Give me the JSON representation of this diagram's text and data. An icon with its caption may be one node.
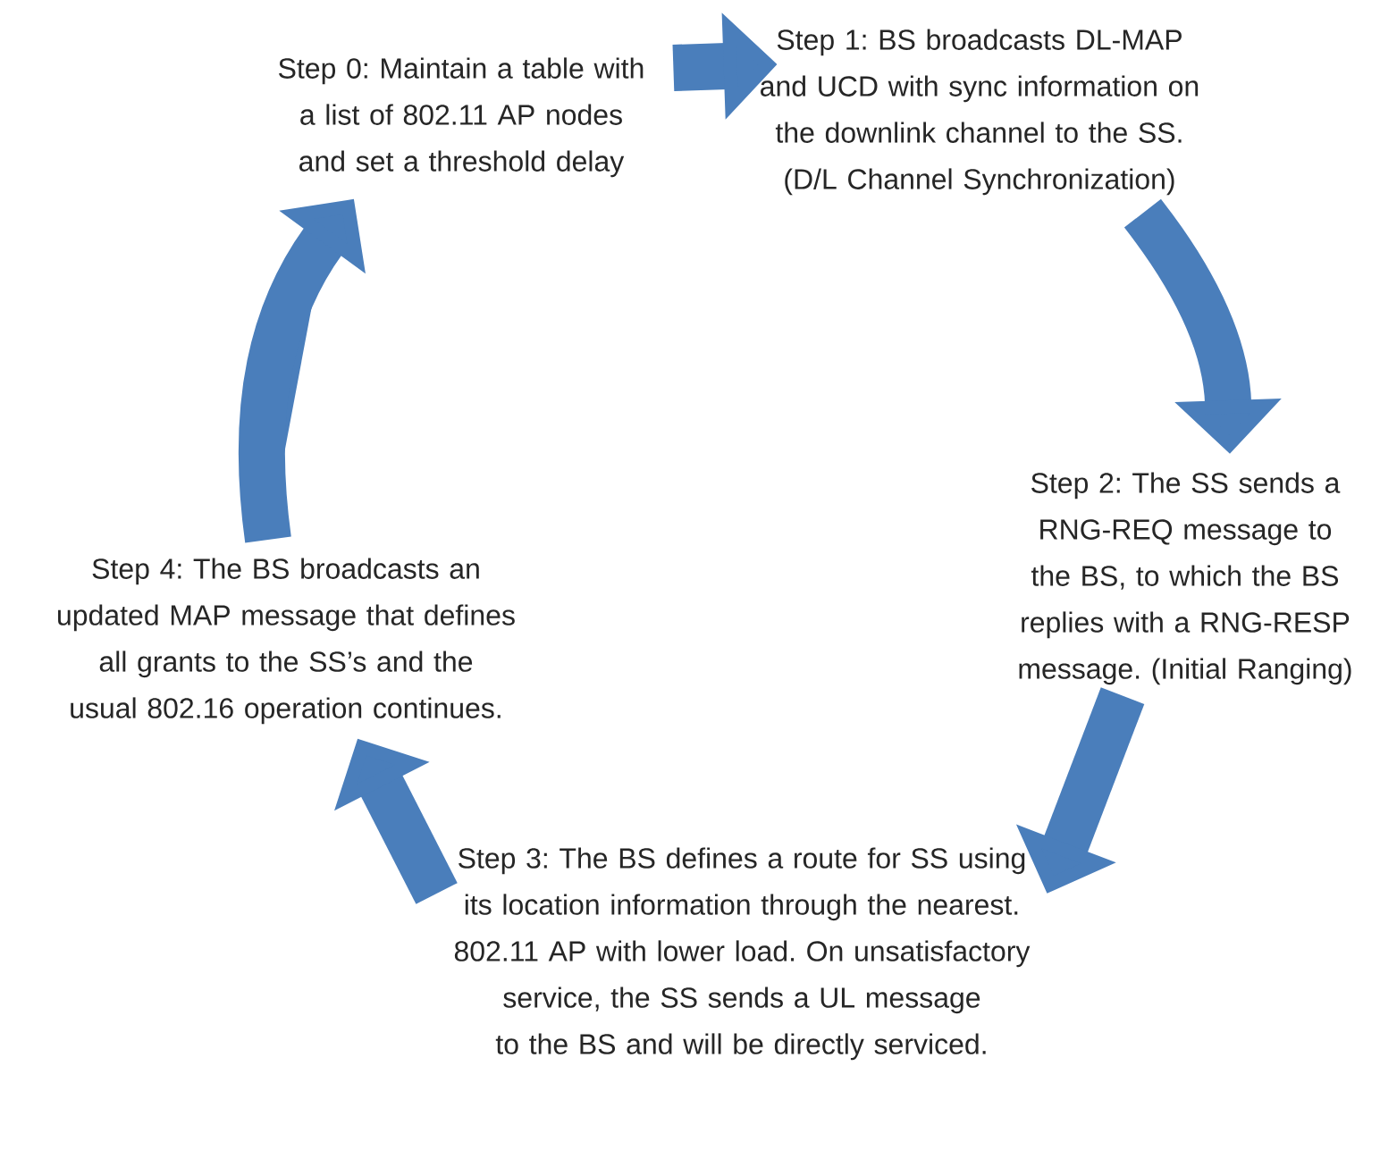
{
  "diagram": {
    "nodes": [
      {
        "text": [
          "Step 0: Maintain a table with a list of 802.11 AP nodes and set a threshold delay"
        ]
      },
      {
        "text": [
          "Step 1: BS broadcasts DL-MAP and UCD with sync information on the downlink channel to the SS. (D/L Channel Synchronization)"
        ]
      },
      {
        "text": [
          "Step 2: The SS sends a RNG-REQ message to the BS, to which the BS replies with a RNG-RESP message. (Initial Ranging)"
        ]
      },
      {
        "text": [
          "Step 3: The BS defines a route for SS using its location information through the nearest. 802.11 AP with lower load. On unsatisfactory service, the SS sends a UL message to the BS and will be directly serviced."
        ]
      },
      {
        "text": [
          "Step 4: The BS broadcasts an updated MAP message that defines all grants to the SS’s and the usual 802.16 operation continues."
        ]
      }
    ],
    "edges": [
      {
        "from": 0,
        "to": 1,
        "arrow": "to"
      },
      {
        "from": 1,
        "to": 2,
        "arrow": "to"
      },
      {
        "from": 2,
        "to": 3,
        "arrow": "to"
      },
      {
        "from": 3,
        "to": 4,
        "arrow": "to"
      },
      {
        "from": 4,
        "to": 0,
        "arrow": "to"
      }
    ]
  }
}
